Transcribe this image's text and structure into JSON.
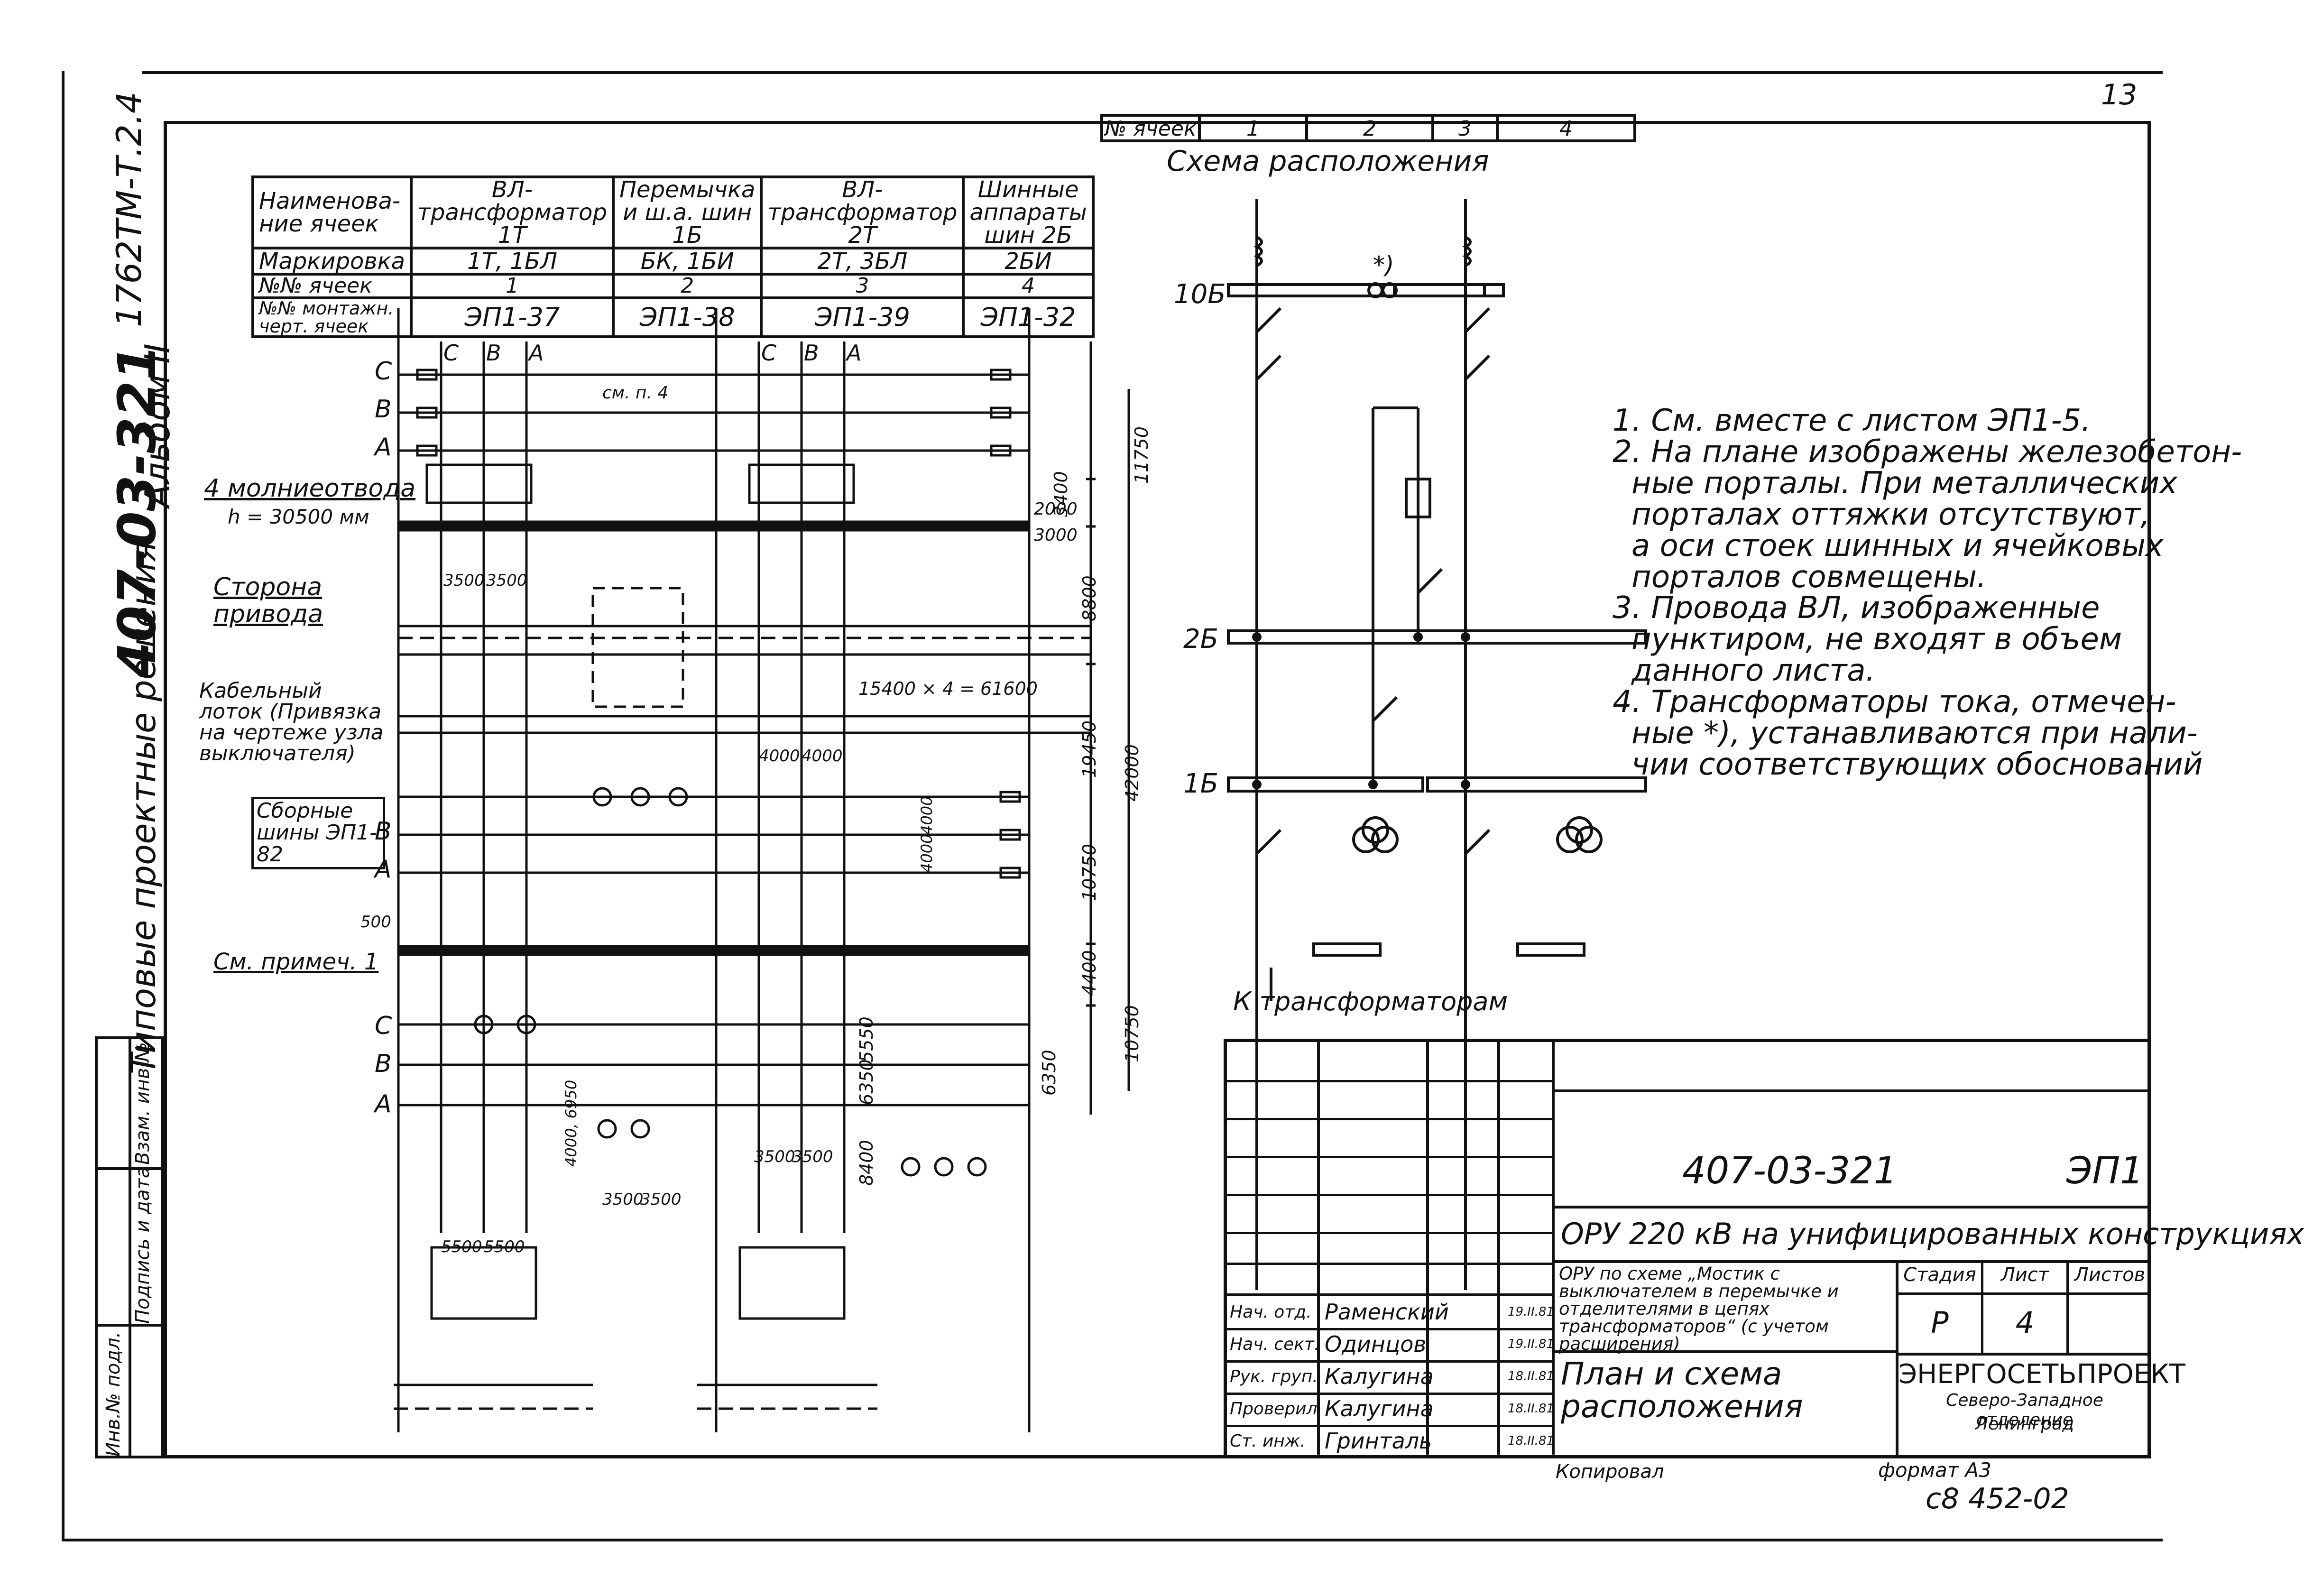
{
  "sheet_number": "13",
  "album_code": "1762ТМ-Т.2.4",
  "album": "Альбом II",
  "project_code_vertical": "407-03-321",
  "series": "Типовые проектные решения",
  "side_stamp": [
    "Инв.№ подл.",
    "Подпись и дата",
    "Взам. инв.№"
  ],
  "cells_header": {
    "label": "№ ячеек",
    "numbers": [
      "1",
      "2",
      "3",
      "4"
    ]
  },
  "cell_table": {
    "rows": [
      {
        "head": "Наименова-ние ячеек",
        "cells": [
          "ВЛ-трансформатор 1Т",
          "Перемычка и ш.а. шин 1Б",
          "ВЛ-трансформатор 2Т",
          "Шинные аппараты шин 2Б"
        ]
      },
      {
        "head": "Маркировка",
        "cells": [
          "1Т, 1БЛ",
          "БК, 1БИ",
          "2Т, 3БЛ",
          "2БИ"
        ]
      },
      {
        "head": "№№ ячеек",
        "cells": [
          "1",
          "2",
          "3",
          "4"
        ]
      },
      {
        "head": "№№ монтажн. черт. ячеек",
        "cells": [
          "ЭП1-37",
          "ЭП1-38",
          "ЭП1-39",
          "ЭП1-32"
        ]
      }
    ]
  },
  "plan": {
    "phases": [
      "С",
      "В",
      "А"
    ],
    "callouts": {
      "arresters": "4 молниеотвода",
      "arrester_height": "h = 30500 мм",
      "drive_side": "Сторона привода",
      "cable_tray": "Кабельный лоток (Привязка на чертеже узла выключателя)",
      "busbars": "Сборные шины ЭП1-82",
      "see_note": "См. примеч. 1",
      "see_p4": "см. п. 4"
    },
    "dimensions": {
      "span": "15400 × 4 = 61600",
      "d11750": "11750",
      "d3400": "3400",
      "d2000": "2000",
      "d3000": "3000",
      "d8800": "8800",
      "d19450": "19450",
      "d42000": "42000",
      "d10750a": "10750",
      "d4400": "4400",
      "d10750b": "10750",
      "d6350a": "6350",
      "d6350b": "6350",
      "d5550": "5550",
      "d8400": "8400",
      "d4000a": "4000",
      "d4000b": "4000",
      "d4000c": "4000",
      "d4000d": "4000",
      "d3500a": "3500",
      "d3500b": "3500",
      "d3500c": "3500",
      "d3500d": "3500",
      "d3500e": "3500",
      "d3500f": "3500",
      "d5500a": "5500",
      "d5500b": "5500",
      "d4000_6950": "4000, 6950",
      "d500": "500"
    }
  },
  "scheme": {
    "title": "Схема расположения",
    "bus_10b": "10Б",
    "bus_2b": "2Б",
    "bus_1b": "1Б",
    "star": "*)",
    "to_transformers": "К трансформаторам"
  },
  "notes": [
    "1. См. вместе с листом ЭП1-5.",
    "2. На плане изображены железобетон-",
    "ные порталы. При металлических",
    "порталах оттяжки отсутствуют,",
    "а оси стоек шинных и ячейковых",
    "порталов совмещены.",
    "3. Провода ВЛ, изображенные",
    "пунктиром, не входят в объем",
    "данного листа.",
    "4. Трансформаторы тока, отмечен-",
    "ные *), устанавливаются при нали-",
    "чии соответствующих обоснований"
  ],
  "title_block": {
    "code": "407-03-321",
    "sheet_code": "ЭП1",
    "object": "ОРУ 220 кВ на унифицированных конструкциях",
    "scheme_desc": "ОРУ по схеме „Мостик с выключателем в перемычке и отделителями в цепях трансформаторов“ (с учетом расширения)",
    "sheet_title": "План и схема расположения",
    "stage_label": "Стадия",
    "sheet_label": "Лист",
    "sheets_label": "Листов",
    "stage": "Р",
    "sheet": "4",
    "sheets": "",
    "org": "ЭНЕРГОСЕТЬПРОЕКТ",
    "dept": "Северо-Западное отделение",
    "city": "Ленинград",
    "staff": [
      {
        "role": "Нач. отд.",
        "name": "Раменский",
        "date": "19.II.81"
      },
      {
        "role": "Нач. сект.",
        "name": "Одинцов",
        "date": "19.II.81"
      },
      {
        "role": "Рук. груп.",
        "name": "Калугина",
        "date": "18.II.81"
      },
      {
        "role": "Проверил",
        "name": "Калугина",
        "date": "18.II.81"
      },
      {
        "role": "Ст. инж.",
        "name": "Гринталь",
        "date": "18.II.81"
      }
    ],
    "copied": "Копировал",
    "format": "формат А3",
    "archive": "с8 452-02"
  }
}
